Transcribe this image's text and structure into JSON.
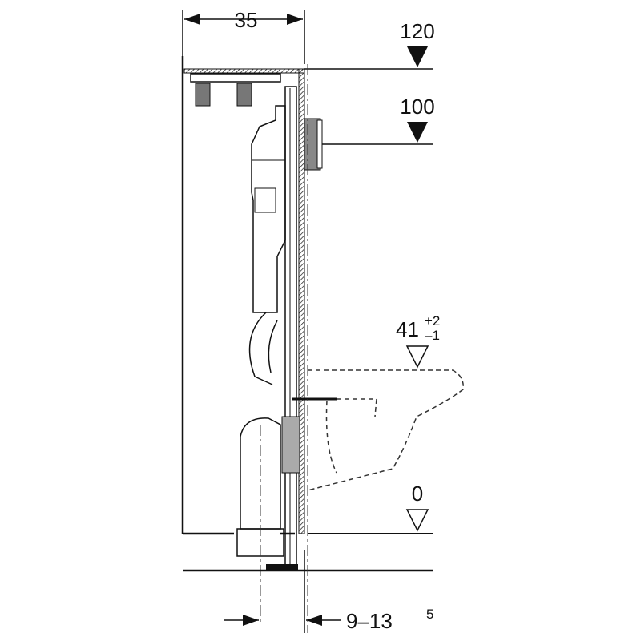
{
  "dimensions": {
    "frame_depth": "35",
    "height_top": "120",
    "height_actuator": "100",
    "height_bowl": "41",
    "height_bowl_tol_plus": "+2",
    "height_bowl_tol_minus": "–1",
    "height_floor": "0",
    "wall_gap": "9–13",
    "wall_gap_sup": "5"
  }
}
